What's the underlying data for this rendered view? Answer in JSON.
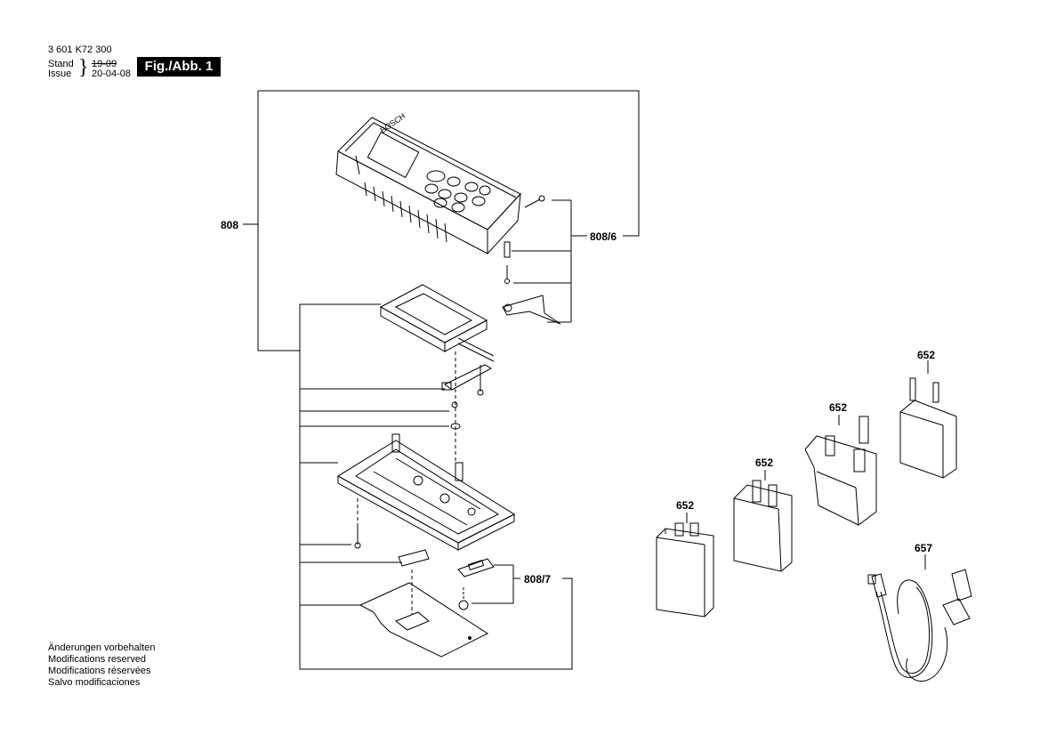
{
  "header": {
    "part_number": "3 601 K72 300",
    "stand_label": "Stand",
    "issue_label": "Issue",
    "old_revision": "19-09",
    "new_revision": "20-04-08",
    "figure_label": "Fig./Abb. 1"
  },
  "callouts": {
    "assembly": "808",
    "screw_kit": "808/6",
    "foot_kit": "808/7",
    "charger_1": "652",
    "charger_2": "652",
    "charger_3": "652",
    "charger_4": "652",
    "usb_cable": "657"
  },
  "device": {
    "brand_text": "BOSCH"
  },
  "footer": {
    "lines": [
      "Änderungen vorbehalten",
      "Modifications reserved",
      "Modifications réservées",
      "Salvo modificaciones"
    ]
  }
}
